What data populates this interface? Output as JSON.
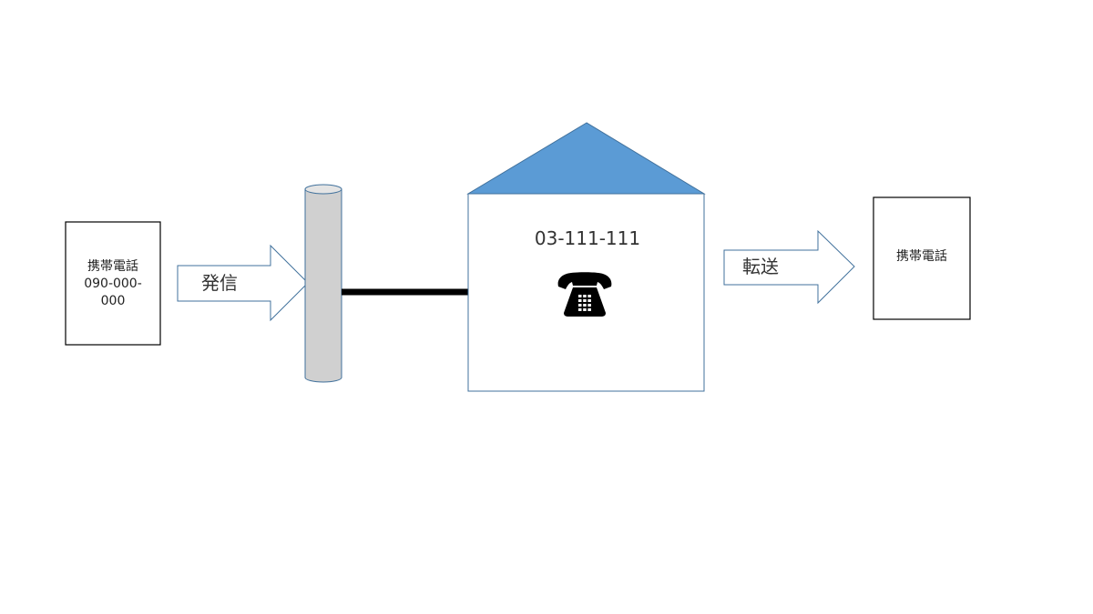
{
  "caller_phone": {
    "label": "携帯電話\n090-000-\n000"
  },
  "outgoing_arrow": {
    "label": "発信"
  },
  "house": {
    "number": "03-111-111",
    "icon": "telephone-icon"
  },
  "forward_arrow": {
    "label": "転送"
  },
  "destination_phone": {
    "label": "携帯電話"
  },
  "colors": {
    "roof": "#5b9bd5",
    "outline_blue": "#41719c",
    "pole_fill": "#d0d0d0",
    "line": "#000000"
  }
}
